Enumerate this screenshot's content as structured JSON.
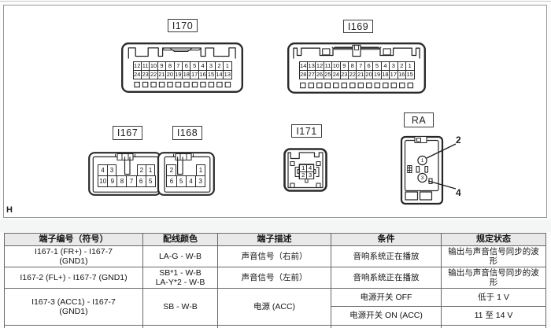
{
  "page": {
    "corner_label": "H",
    "panel_border_color": "#979797",
    "line_color": "#2a2a2a",
    "table_header_bg": "#e9e9e9"
  },
  "connectors": {
    "i170": {
      "label": "I170",
      "pin_rows": [
        [
          "12",
          "11",
          "10",
          "9",
          "8",
          "7",
          "6",
          "5",
          "4",
          "3",
          "2",
          "1"
        ],
        [
          "24",
          "23",
          "22",
          "21",
          "20",
          "19",
          "18",
          "17",
          "16",
          "15",
          "14",
          "13"
        ]
      ]
    },
    "i169": {
      "label": "I169",
      "pin_rows": [
        [
          "14",
          "13",
          "12",
          "11",
          "10",
          "9",
          "8",
          "7",
          "6",
          "5",
          "4",
          "3",
          "2",
          "1"
        ],
        [
          "28",
          "27",
          "26",
          "25",
          "24",
          "23",
          "22",
          "21",
          "20",
          "19",
          "18",
          "17",
          "16",
          "15"
        ]
      ]
    },
    "i167": {
      "label": "I167",
      "top_left": [
        "4",
        "3"
      ],
      "top_right": [
        "2",
        "1"
      ],
      "bottom": [
        "10",
        "9",
        "8",
        "7",
        "6",
        "5"
      ]
    },
    "i168": {
      "label": "I168",
      "top_left": [
        "2"
      ],
      "top_right": [
        "1"
      ],
      "bottom": [
        "6",
        "5",
        "4",
        "3"
      ]
    },
    "i171": {
      "label": "I171",
      "pin_rows": [
        [
          "1",
          "4"
        ],
        [
          "2",
          "3"
        ]
      ]
    },
    "ra": {
      "label": "RA",
      "pins": [
        "1",
        "3"
      ],
      "callouts": [
        "2",
        "4"
      ]
    }
  },
  "table": {
    "headers": [
      "端子编号（符号）",
      "配线颜色",
      "端子描述",
      "条件",
      "规定状态"
    ],
    "rows": [
      {
        "terminal": "I167-1 (FR+) - I167-7\n(GND1)",
        "color": "LA-G - W-B",
        "description": "声音信号（右前）",
        "condition": "音响系统正在播放",
        "state": "输出与声音信号同步的波\n形"
      },
      {
        "terminal": "I167-2 (FL+) - I167-7 (GND1)",
        "color": "SB*1 - W-B\nLA-Y*2 - W-B",
        "description": "声音信号（左前）",
        "condition": "音响系统正在播放",
        "state": "输出与声音信号同步的波\n形"
      },
      {
        "terminal": "I167-3 (ACC1) - I167-7\n(GND1)",
        "color": "SB - W-B",
        "description": "电源 (ACC)",
        "sub_rows": [
          {
            "condition": "电源开关 OFF",
            "state": "低于 1 V"
          },
          {
            "condition": "电源开关 ON (ACC)",
            "state": "11 至 14 V"
          }
        ]
      }
    ]
  }
}
